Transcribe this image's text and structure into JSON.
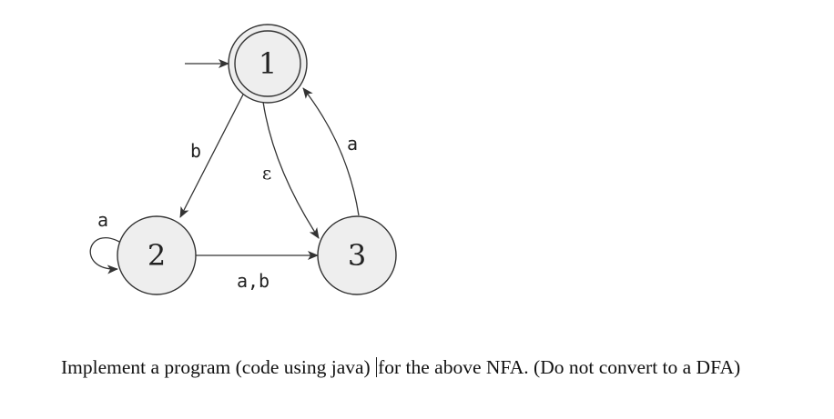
{
  "diagram": {
    "states": [
      {
        "id": "1",
        "label": "1",
        "start": true,
        "accepting": true
      },
      {
        "id": "2",
        "label": "2",
        "start": false,
        "accepting": false
      },
      {
        "id": "3",
        "label": "3",
        "start": false,
        "accepting": false
      }
    ],
    "transitions": [
      {
        "from": "1",
        "to": "2",
        "label": "b"
      },
      {
        "from": "1",
        "to": "3",
        "label": "ε"
      },
      {
        "from": "3",
        "to": "1",
        "label": "a"
      },
      {
        "from": "2",
        "to": "2",
        "label": "a"
      },
      {
        "from": "2",
        "to": "3",
        "label": "a,b"
      }
    ],
    "colors": {
      "state_fill": "#eeeeee",
      "stroke": "#333333"
    }
  },
  "question": {
    "text_before_cursor": "Implement a program (code using java)",
    "text_after_cursor": "for the above NFA. (Do not convert to a DFA)"
  }
}
